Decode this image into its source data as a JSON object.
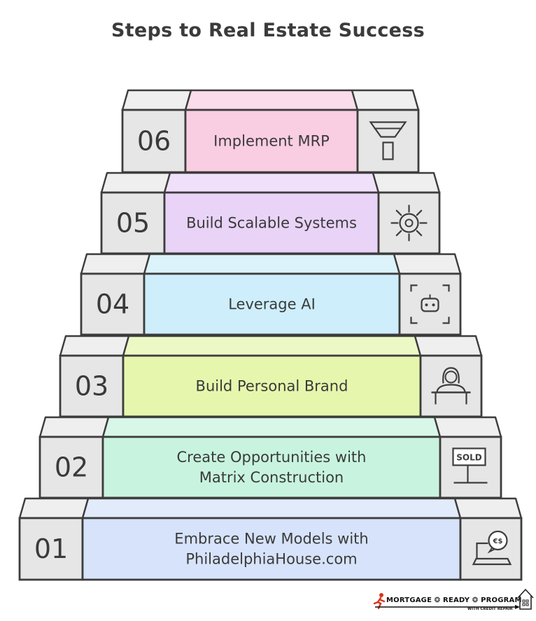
{
  "title": "Steps to Real Estate Success",
  "steps": [
    {
      "number": "06",
      "label_lines": [
        "Implement MRP"
      ],
      "icon": "funnel-icon",
      "color": "#f9cde2"
    },
    {
      "number": "05",
      "label_lines": [
        "Build Scalable Systems"
      ],
      "icon": "gear-icon",
      "color": "#e9d3f7"
    },
    {
      "number": "04",
      "label_lines": [
        "Leverage AI"
      ],
      "icon": "robot-icon",
      "color": "#cdeefa"
    },
    {
      "number": "03",
      "label_lines": [
        "Build Personal Brand"
      ],
      "icon": "presenter-icon",
      "color": "#e6f7ad"
    },
    {
      "number": "02",
      "label_lines": [
        "Create Opportunities with",
        "Matrix Construction"
      ],
      "icon": "sold-sign-icon",
      "color": "#c8f4df"
    },
    {
      "number": "01",
      "label_lines": [
        "Embrace New Models with",
        "PhiladelphiaHouse.com"
      ],
      "icon": "laptop-chat-icon",
      "color": "#d6e3fa"
    }
  ],
  "footer": {
    "brand": "MORTGAGE ❂ READY ❂ PROGRAM",
    "sub": "WITH CREDIT REPAIR",
    "icon": "house-logo-icon"
  }
}
